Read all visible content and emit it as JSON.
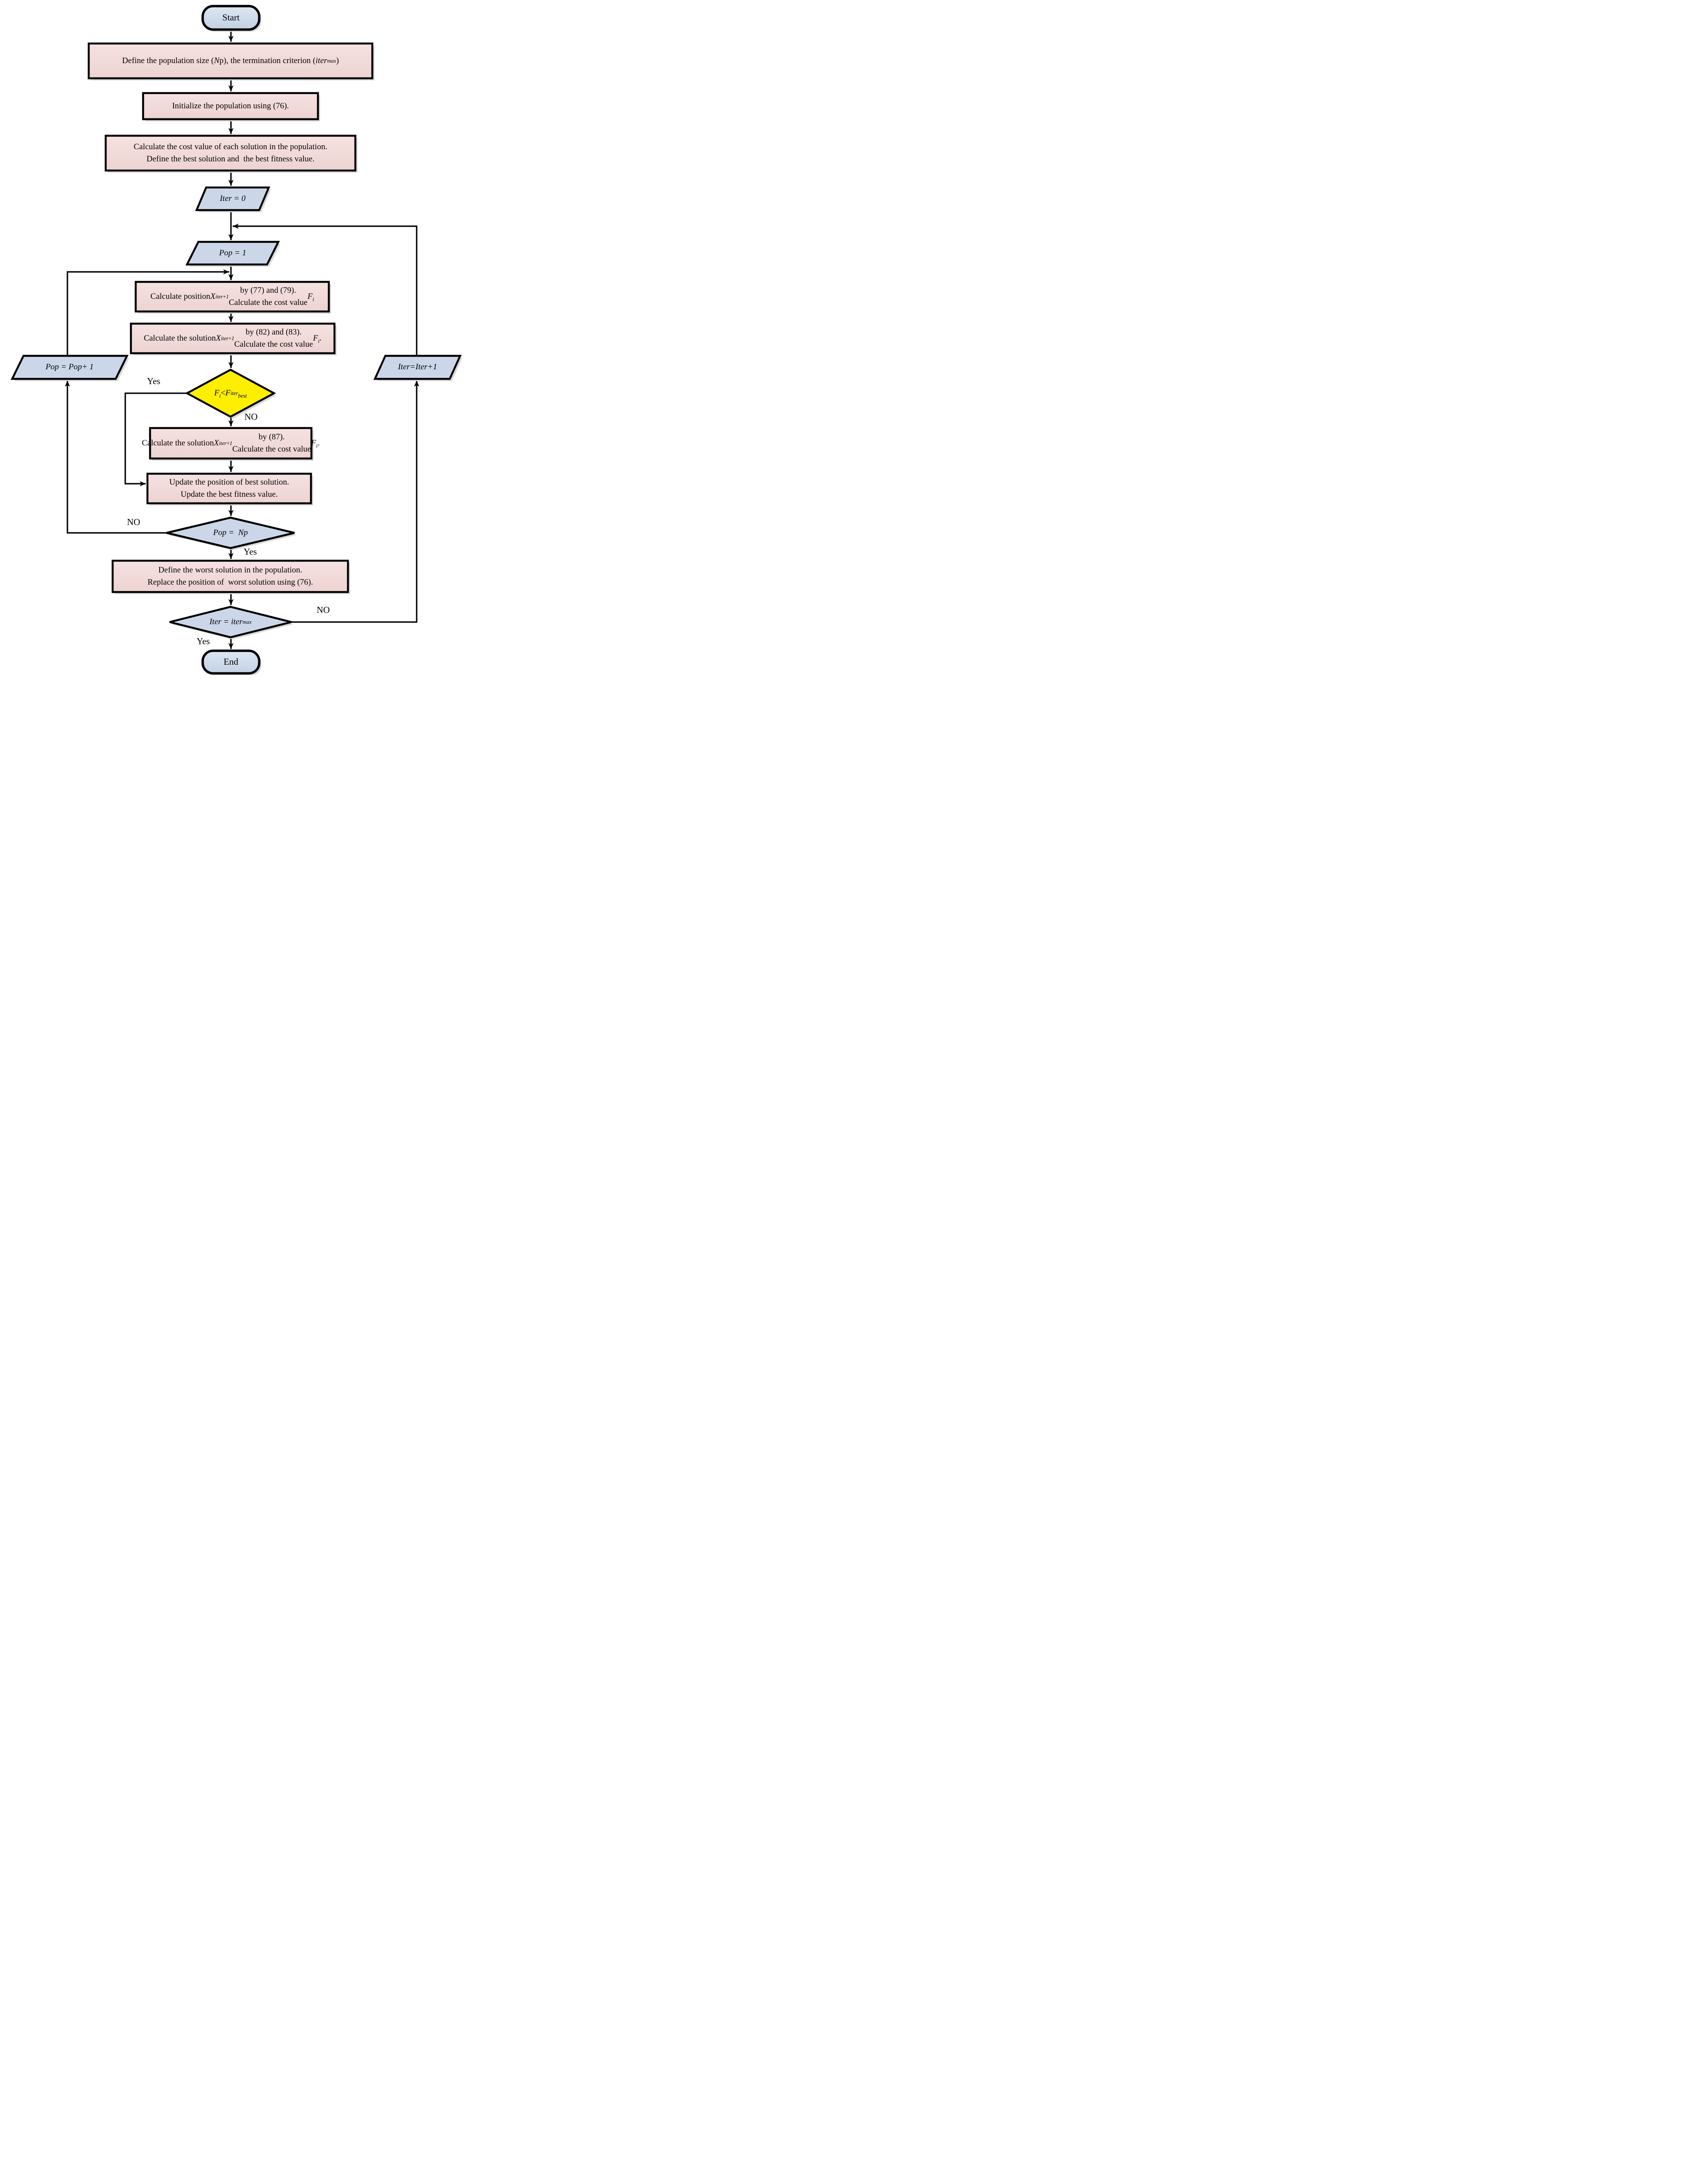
{
  "diagram": {
    "type": "flowchart",
    "description": "Optimization algorithm flowchart with population loop and iteration loop"
  },
  "colors": {
    "background": "#FFFFFF",
    "outline": "#000000",
    "shadow": "#D9D9D9",
    "process_fill_top": "#F5E2E1",
    "process_fill_bottom": "#EDD3D1",
    "terminator_fill_top": "#DDE7F2",
    "terminator_fill_bottom": "#C2D1E4",
    "data_fill": "#CBD7E9",
    "decision_fill": "#CBD7E9",
    "decision_highlight_fill": "#FEEE00"
  },
  "nodes": {
    "start": {
      "label": "Start"
    },
    "define_inputs": {
      "label_html": "Define the population size (<i>N</i>p), the termination criterion (<i>iter</i><sup><i>max</i></sup>)"
    },
    "initialize": {
      "label_html": "Initialize the population using (76)."
    },
    "evaluate": {
      "label_html": "Calculate the cost value of each solution in the population.<br>Define the best solution and&nbsp; the best fitness value."
    },
    "iter_zero": {
      "label_html": "Iter = 0"
    },
    "pop_one": {
      "label_html": "Pop = 1"
    },
    "calc_position": {
      "label_html": "Calculate position <i>X</i><sup><i>iter</i>+<i>1</i></sup> by (77) and (79).<br>Calculate the cost value <i>F<sub>i</sub></i>"
    },
    "calc_solution_82_83": {
      "label_html": "Calculate the solution <i>X</i><sup><i>iter</i>+<i>1</i></sup> by (82) and (83).<br>Calculate the cost value <i>F<sub>i</sub></i>."
    },
    "fitness_check": {
      "label_html": "<i>F<sub>i</sub></i> &lt; <i>F</i><sup><i>iter</i></sup><i><sub>best</sub></i>"
    },
    "calc_solution_87": {
      "label_html": "Calculate the solution <i>X</i><sup><i>iter</i>+<i>1</i></sup> by (87).<br>Calculate the cost value <i>F<sub>i</sub></i>."
    },
    "update_best": {
      "label_html": "Update the position of best solution.<br>Update the best fitness value."
    },
    "pop_increment": {
      "label_html": "Pop = Pop+ 1"
    },
    "iter_increment": {
      "label_html": "Iter=Iter+1"
    },
    "pop_check": {
      "label_html": "Pop =&nbsp; Np"
    },
    "replace_worst": {
      "label_html": "Define the worst solution in the population.<br>Replace the position of&nbsp; worst solution using (76)."
    },
    "iter_check": {
      "label_html": "Iter = iter<sup>max</sup>"
    },
    "end": {
      "label": "End"
    }
  },
  "edge_labels": {
    "fitness_yes": "Yes",
    "fitness_no": "NO",
    "pop_no": "NO",
    "pop_yes": "Yes",
    "iter_no": "NO",
    "iter_yes": "Yes"
  }
}
